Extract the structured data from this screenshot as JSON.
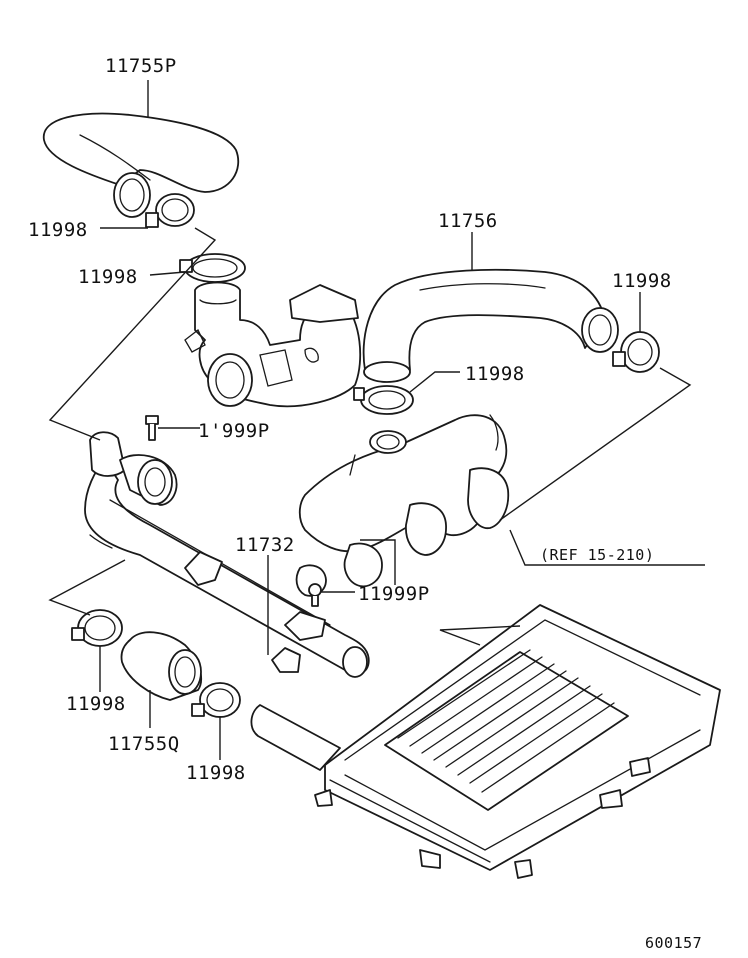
{
  "callouts": {
    "hose_upper": "11755P",
    "clamp_a": "11998",
    "clamp_b": "11998",
    "hose_right": "11756",
    "clamp_c": "11998",
    "clamp_d": "11998",
    "bolt_upper": "1'999P",
    "pipe": "11732",
    "bolt_lower": "11999P",
    "reference": "(REF 15-210)",
    "clamp_e": "11998",
    "hose_lower": "11755Q",
    "clamp_f": "11998"
  },
  "figure_code": "600157",
  "colors": {
    "line": "#1a1a1a",
    "background": "#ffffff"
  }
}
